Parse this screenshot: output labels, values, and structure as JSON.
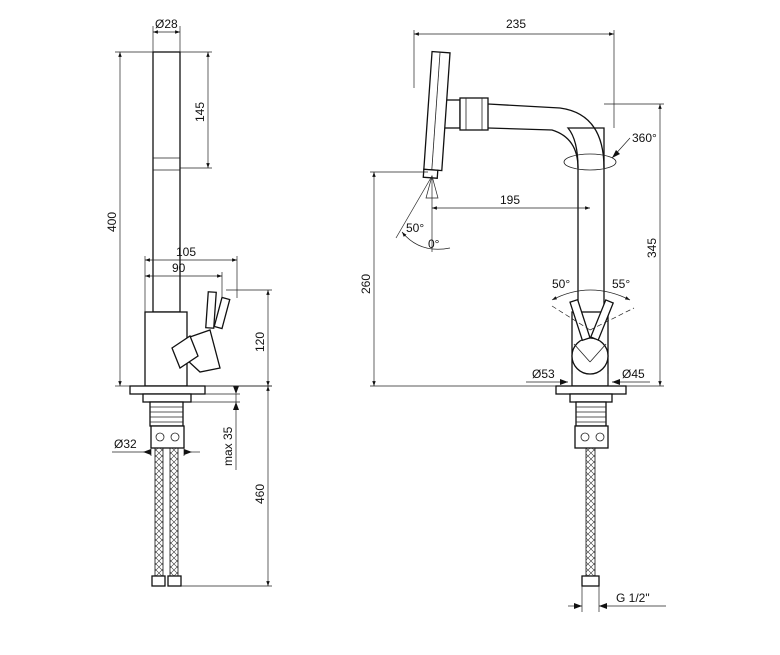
{
  "dimensions": {
    "spout_diameter": "Ø28",
    "spout_length": "145",
    "total_height": "400",
    "reach_front": "105",
    "reach_body": "90",
    "lever_height": "120",
    "hose_diameter": "Ø32",
    "max_deck": "max 35",
    "hose_length": "460",
    "total_reach": "235",
    "swivel": "360°",
    "spout_reach": "195",
    "spout_angle": "50°",
    "spout_zero": "0°",
    "side_height": "345",
    "outlet_height": "260",
    "lever_left": "50°",
    "lever_right": "55°",
    "base_diameter": "Ø53",
    "body_diameter": "Ø45",
    "thread": "G 1/2\""
  }
}
